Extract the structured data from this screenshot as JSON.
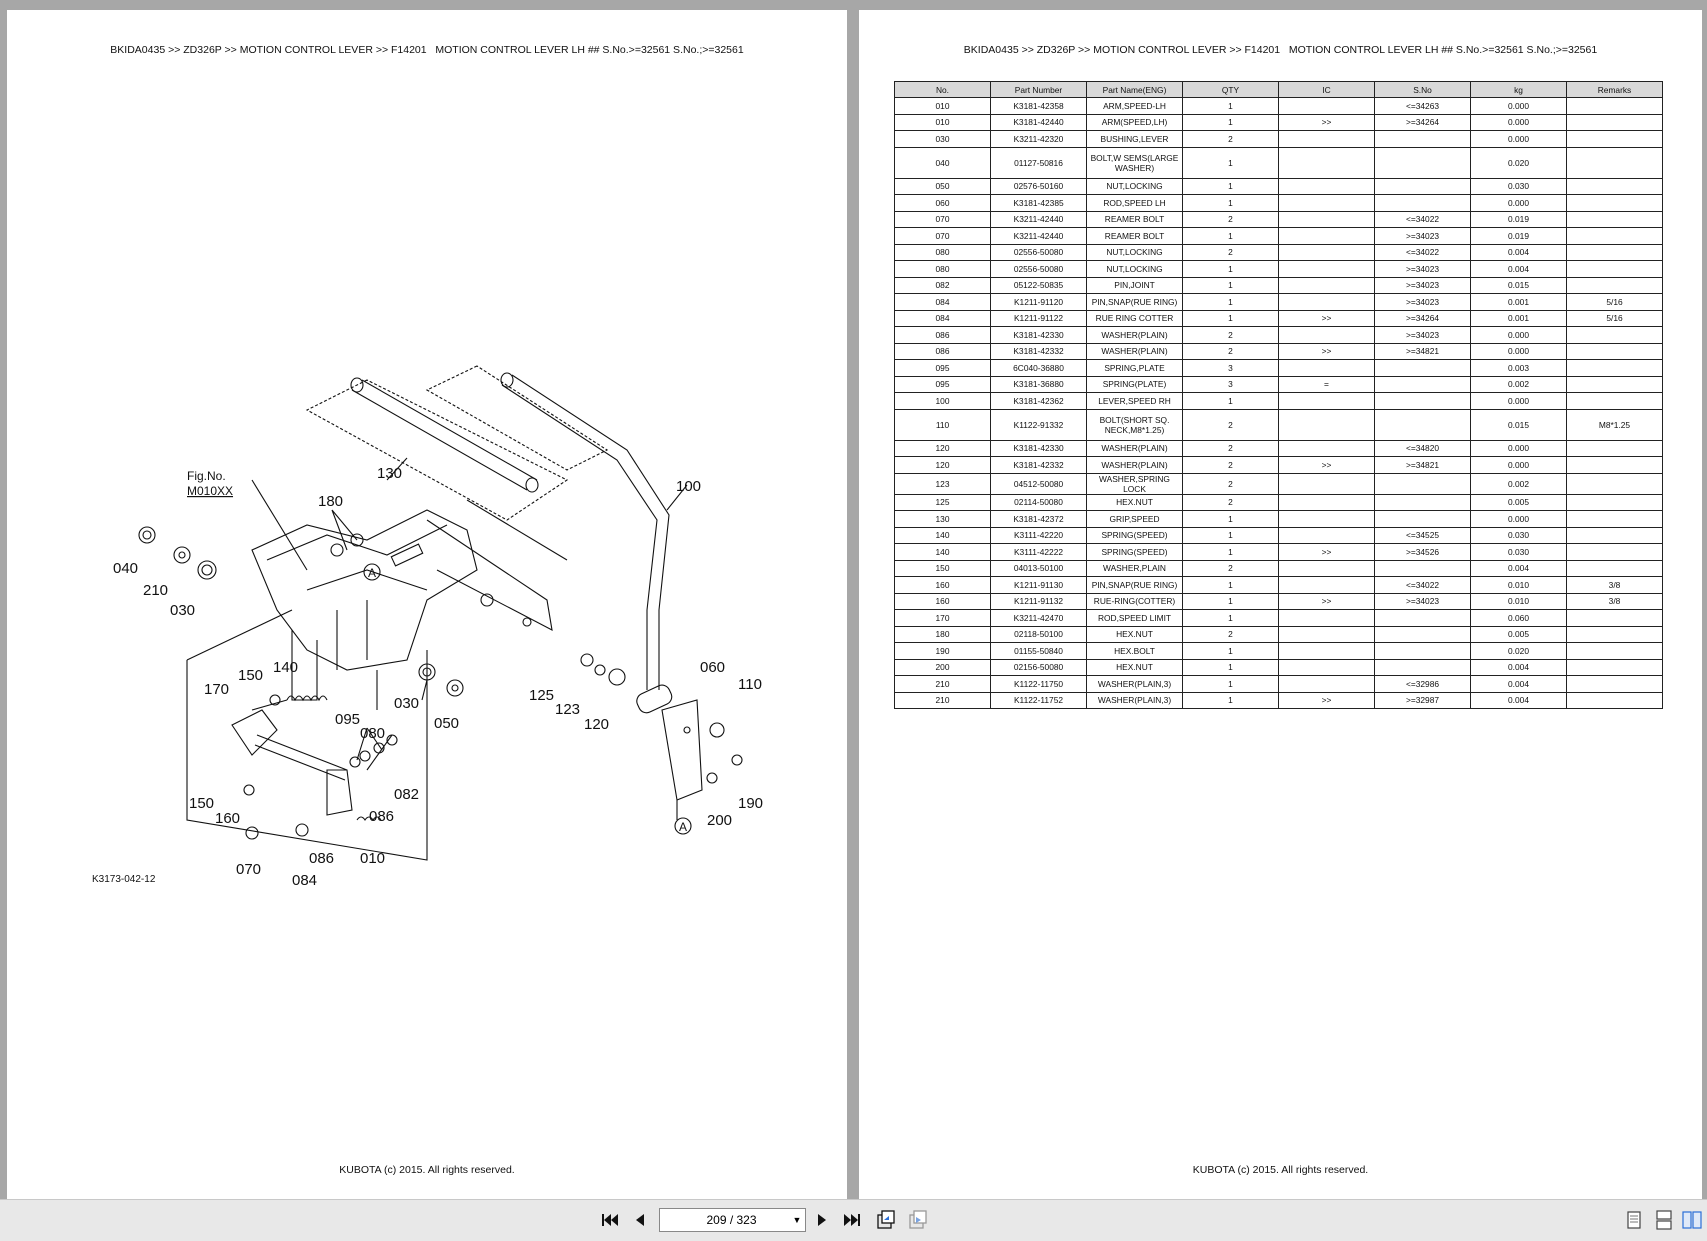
{
  "breadcrumb": "BKIDA0435 >> ZD326P >> MOTION CONTROL LEVER >> F14201   MOTION CONTROL LEVER LH ## S.No.>=32561 S.No.;>=32561",
  "footer": "KUBOTA (c) 2015. All rights reserved.",
  "diagram": {
    "fig_label": "Fig.No.",
    "fig_code": "M010XX",
    "drawing_code": "K3173-042-12",
    "callouts": [
      "130",
      "100",
      "180",
      "040",
      "210",
      "030",
      "060",
      "110",
      "125",
      "123",
      "120",
      "050",
      "030",
      "170",
      "150",
      "140",
      "095",
      "080",
      "082",
      "086",
      "150",
      "160",
      "086",
      "010",
      "070",
      "084",
      "190",
      "200"
    ],
    "ref_mark": "A"
  },
  "table": {
    "headers": [
      "No.",
      "Part Number",
      "Part Name(ENG)",
      "QTY",
      "IC",
      "S.No",
      "kg",
      "Remarks"
    ],
    "rows": [
      [
        "010",
        "K3181-42358",
        "ARM,SPEED-LH",
        "1",
        "",
        "<=34263",
        "0.000",
        ""
      ],
      [
        "010",
        "K3181-42440",
        "ARM(SPEED,LH)",
        "1",
        ">>",
        ">=34264",
        "0.000",
        ""
      ],
      [
        "030",
        "K3211-42320",
        "BUSHING,LEVER",
        "2",
        "",
        "",
        "0.000",
        ""
      ],
      [
        "040",
        "01127-50816",
        "BOLT,W SEMS(LARGE WASHER)",
        "1",
        "",
        "",
        "0.020",
        ""
      ],
      [
        "050",
        "02576-50160",
        "NUT,LOCKING",
        "1",
        "",
        "",
        "0.030",
        ""
      ],
      [
        "060",
        "K3181-42385",
        "ROD,SPEED LH",
        "1",
        "",
        "",
        "0.000",
        ""
      ],
      [
        "070",
        "K3211-42440",
        "REAMER BOLT",
        "2",
        "",
        "<=34022",
        "0.019",
        ""
      ],
      [
        "070",
        "K3211-42440",
        "REAMER BOLT",
        "1",
        "",
        ">=34023",
        "0.019",
        ""
      ],
      [
        "080",
        "02556-50080",
        "NUT,LOCKING",
        "2",
        "",
        "<=34022",
        "0.004",
        ""
      ],
      [
        "080",
        "02556-50080",
        "NUT,LOCKING",
        "1",
        "",
        ">=34023",
        "0.004",
        ""
      ],
      [
        "082",
        "05122-50835",
        "PIN,JOINT",
        "1",
        "",
        ">=34023",
        "0.015",
        ""
      ],
      [
        "084",
        "K1211-91120",
        "PIN,SNAP(RUE RING)",
        "1",
        "",
        ">=34023",
        "0.001",
        "5/16"
      ],
      [
        "084",
        "K1211-91122",
        "RUE RING COTTER",
        "1",
        ">>",
        ">=34264",
        "0.001",
        "5/16"
      ],
      [
        "086",
        "K3181-42330",
        "WASHER(PLAIN)",
        "2",
        "",
        ">=34023",
        "0.000",
        ""
      ],
      [
        "086",
        "K3181-42332",
        "WASHER(PLAIN)",
        "2",
        ">>",
        ">=34821",
        "0.000",
        ""
      ],
      [
        "095",
        "6C040-36880",
        "SPRING,PLATE",
        "3",
        "",
        "",
        "0.003",
        ""
      ],
      [
        "095",
        "K3181-36880",
        "SPRING(PLATE)",
        "3",
        "=",
        "",
        "0.002",
        ""
      ],
      [
        "100",
        "K3181-42362",
        "LEVER,SPEED RH",
        "1",
        "",
        "",
        "0.000",
        ""
      ],
      [
        "110",
        "K1122-91332",
        "BOLT(SHORT SQ. NECK,M8*1.25)",
        "2",
        "",
        "",
        "0.015",
        "M8*1.25"
      ],
      [
        "120",
        "K3181-42330",
        "WASHER(PLAIN)",
        "2",
        "",
        "<=34820",
        "0.000",
        ""
      ],
      [
        "120",
        "K3181-42332",
        "WASHER(PLAIN)",
        "2",
        ">>",
        ">=34821",
        "0.000",
        ""
      ],
      [
        "123",
        "04512-50080",
        "WASHER,SPRING LOCK",
        "2",
        "",
        "",
        "0.002",
        ""
      ],
      [
        "125",
        "02114-50080",
        "HEX.NUT",
        "2",
        "",
        "",
        "0.005",
        ""
      ],
      [
        "130",
        "K3181-42372",
        "GRIP,SPEED",
        "1",
        "",
        "",
        "0.000",
        ""
      ],
      [
        "140",
        "K3111-42220",
        "SPRING(SPEED)",
        "1",
        "",
        "<=34525",
        "0.030",
        ""
      ],
      [
        "140",
        "K3111-42222",
        "SPRING(SPEED)",
        "1",
        ">>",
        ">=34526",
        "0.030",
        ""
      ],
      [
        "150",
        "04013-50100",
        "WASHER,PLAIN",
        "2",
        "",
        "",
        "0.004",
        ""
      ],
      [
        "160",
        "K1211-91130",
        "PIN,SNAP(RUE RING)",
        "1",
        "",
        "<=34022",
        "0.010",
        "3/8"
      ],
      [
        "160",
        "K1211-91132",
        "RUE-RING(COTTER)",
        "1",
        ">>",
        ">=34023",
        "0.010",
        "3/8"
      ],
      [
        "170",
        "K3211-42470",
        "ROD,SPEED LIMIT",
        "1",
        "",
        "",
        "0.060",
        ""
      ],
      [
        "180",
        "02118-50100",
        "HEX.NUT",
        "2",
        "",
        "",
        "0.005",
        ""
      ],
      [
        "190",
        "01155-50840",
        "HEX.BOLT",
        "1",
        "",
        "",
        "0.020",
        ""
      ],
      [
        "200",
        "02156-50080",
        "HEX.NUT",
        "1",
        "",
        "",
        "0.004",
        ""
      ],
      [
        "210",
        "K1122-11750",
        "WASHER(PLAIN,3)",
        "1",
        "",
        "<=32986",
        "0.004",
        ""
      ],
      [
        "210",
        "K1122-11752",
        "WASHER(PLAIN,3)",
        "1",
        ">>",
        ">=32987",
        "0.004",
        ""
      ]
    ]
  },
  "toolbar": {
    "page_indicator": "209 / 323",
    "icons": [
      "first-page-icon",
      "prev-page-icon",
      "next-page-icon",
      "last-page-icon",
      "fit-page-icon",
      "fit-width-icon",
      "single-page-icon",
      "continuous-icon",
      "two-page-icon"
    ]
  }
}
